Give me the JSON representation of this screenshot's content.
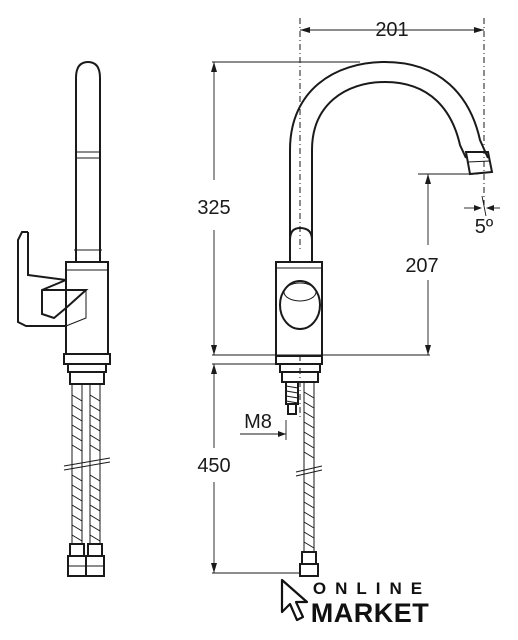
{
  "dimensions": {
    "spout_reach": "201",
    "total_height": "325",
    "spout_height": "207",
    "spout_angle": "5º",
    "thread": "M8",
    "hose_length": "450"
  },
  "logo": {
    "line1": "ONLINE",
    "line2": "MARKET"
  }
}
